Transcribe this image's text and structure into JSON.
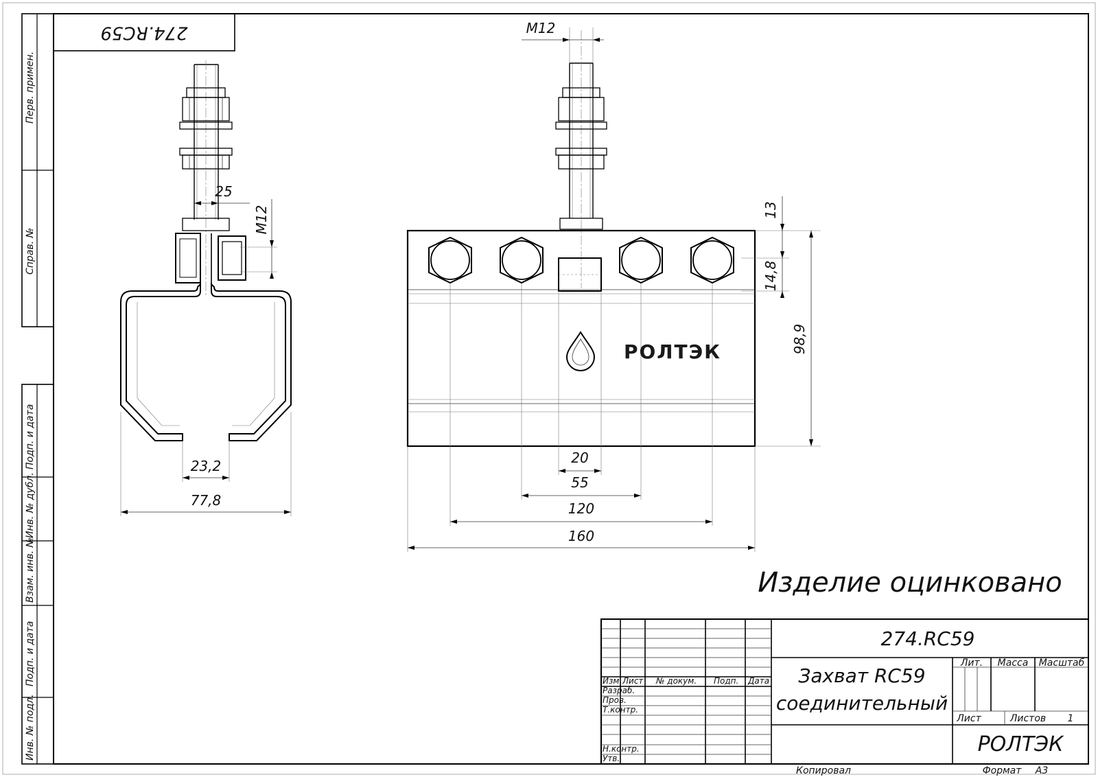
{
  "drawing": {
    "code": "274.RC59",
    "code_rotated": "274.RC59",
    "note": "Изделие оцинковано",
    "logo_text": "РОЛТЭК"
  },
  "left_strip": {
    "labels": [
      "Перв. примен.",
      "Справ. №",
      "Подп. и дата",
      "Инв. № дубл.",
      "Взам. инв. №",
      "Подп. и дата",
      "Инв. № подл."
    ]
  },
  "dimensions": {
    "side_view": {
      "thread": "M12",
      "gap": "25",
      "slot": "23,2",
      "width": "77,8"
    },
    "front_view": {
      "thread": "M12",
      "top": "13",
      "bolt_row": "14,8",
      "height": "98,9",
      "center": "20",
      "inner": "55",
      "pitch": "120",
      "length": "160"
    }
  },
  "title_block": {
    "code": "274.RC59",
    "name_line1": "Захват RC59",
    "name_line2": "соединительный",
    "col_izm": "Изм.",
    "col_list": "Лист",
    "col_doc": "№ докум.",
    "col_sign": "Подп.",
    "col_date": "Дата",
    "row_razrab": "Разраб.",
    "row_prov": "Пров.",
    "row_tkontr": "Т.контр.",
    "row_nkontr": "Н.контр.",
    "row_utv": "Утв.",
    "lit": "Лит.",
    "massa": "Масса",
    "masshtab": "Масштаб",
    "list": "Лист",
    "listov": "Листов",
    "listov_value": "1",
    "company": "РОЛТЭК",
    "kopiroval": "Копировал",
    "format": "Формат",
    "format_value": "A3"
  }
}
